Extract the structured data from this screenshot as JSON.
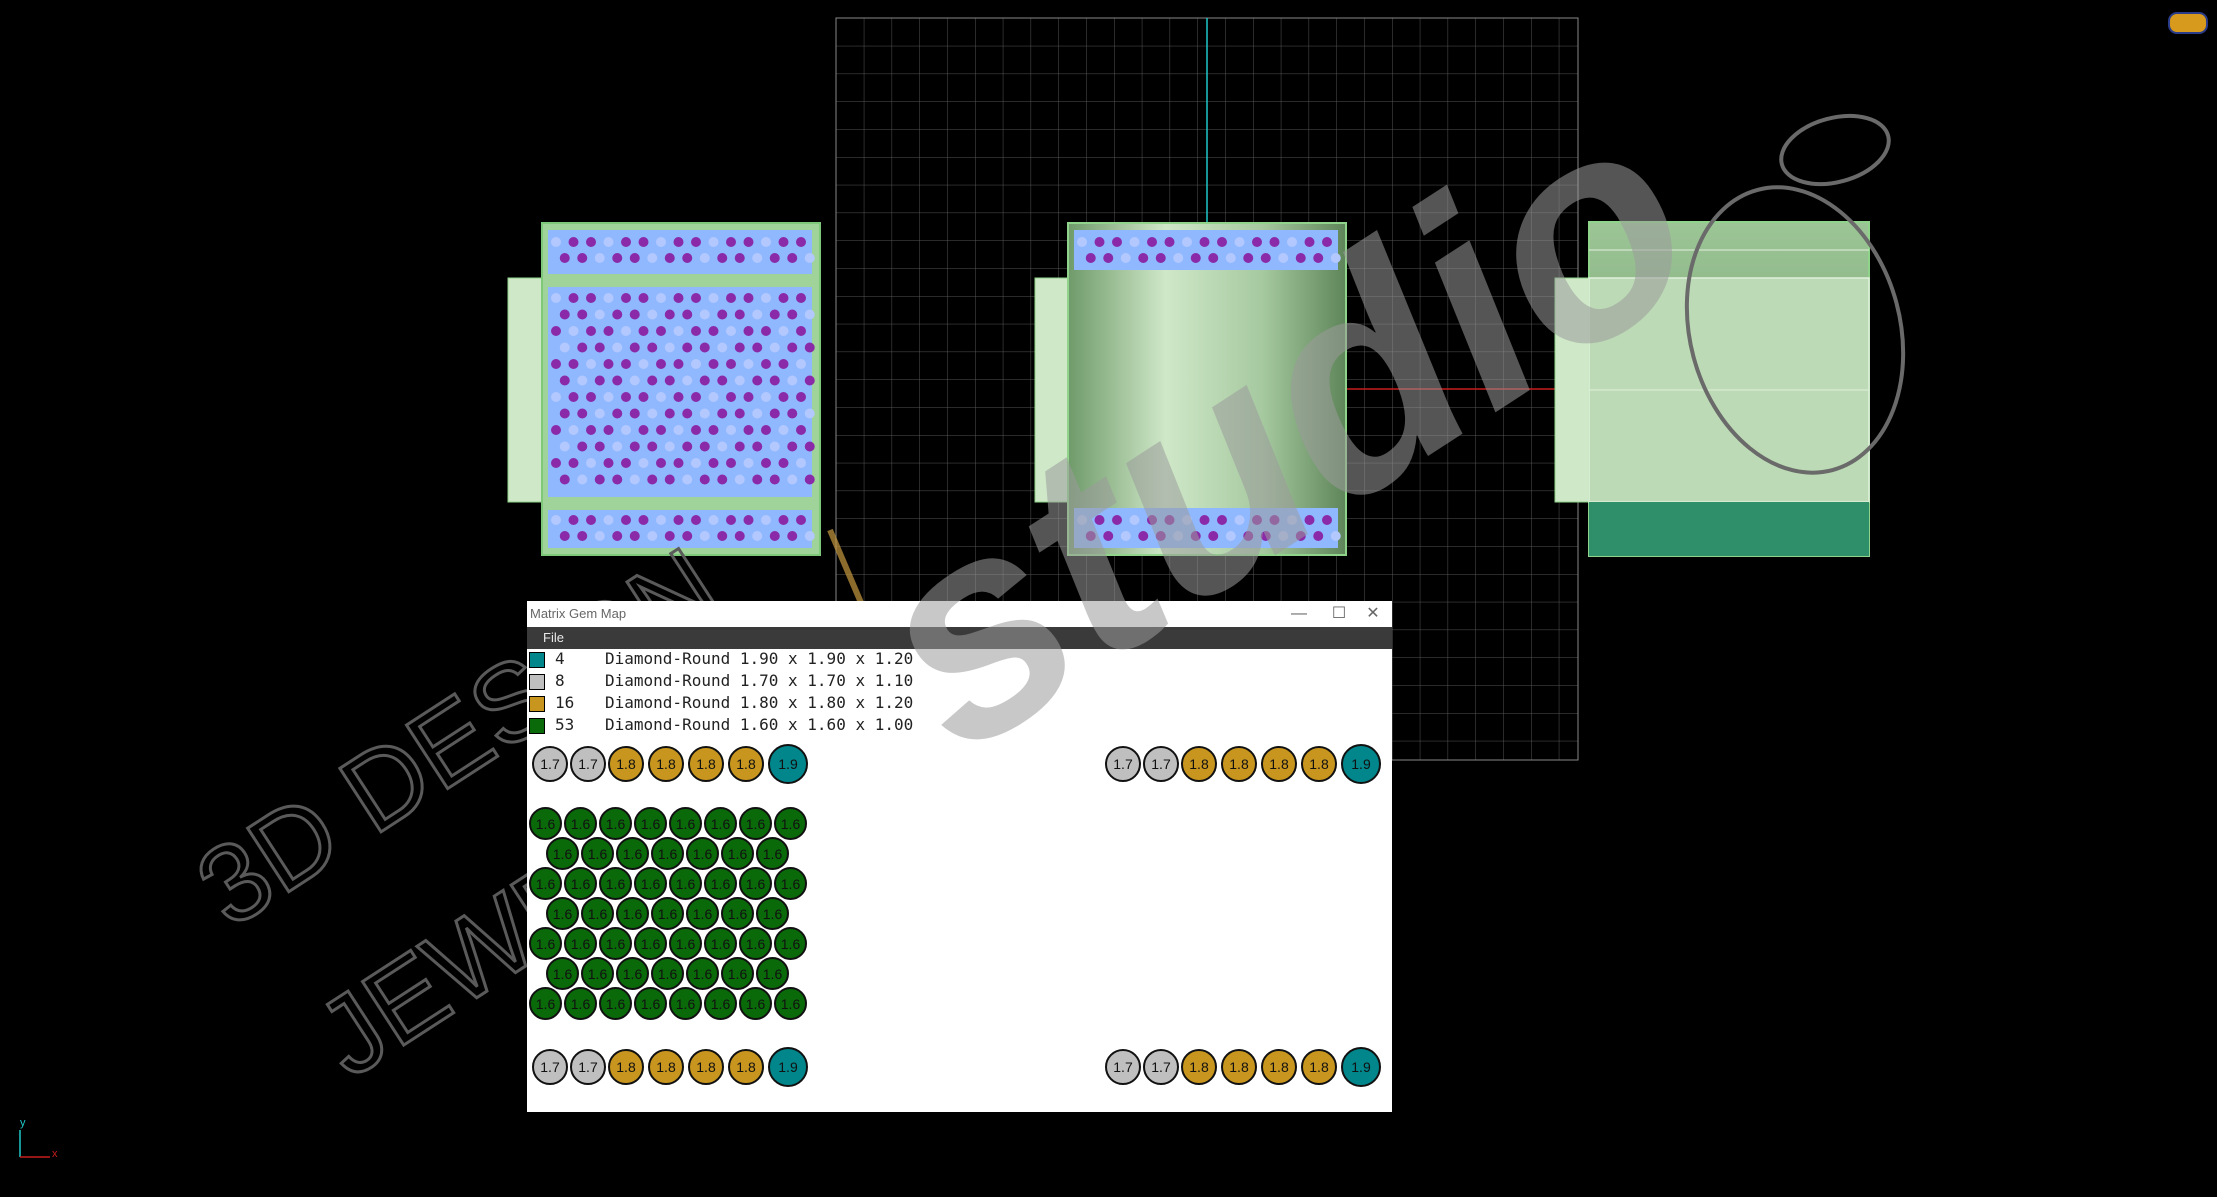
{
  "window": {
    "title": "Matrix Gem Map",
    "minimize_glyph": "—",
    "maximize_glyph": "☐",
    "close_glyph": "✕"
  },
  "menu": {
    "file_label": "File"
  },
  "legend": [
    {
      "count": "4",
      "description": "Diamond-Round 1.90 x 1.90 x 1.20",
      "color": "#00868b"
    },
    {
      "count": "8",
      "description": "Diamond-Round 1.70 x 1.70 x 1.10",
      "color": "#bfbfbf"
    },
    {
      "count": "16",
      "description": "Diamond-Round 1.80 x 1.80 x 1.20",
      "color": "#c8961e"
    },
    {
      "count": "53",
      "description": "Diamond-Round 1.60 x 1.60 x 1.00",
      "color": "#0a6a0a"
    }
  ],
  "gem_rows": {
    "top_left": [
      "1.7",
      "1.7",
      "1.8",
      "1.8",
      "1.8",
      "1.8",
      "1.9"
    ],
    "top_right": [
      "1.7",
      "1.7",
      "1.8",
      "1.8",
      "1.8",
      "1.8",
      "1.9"
    ],
    "bottom_left": [
      "1.7",
      "1.7",
      "1.8",
      "1.8",
      "1.8",
      "1.8",
      "1.9"
    ],
    "bottom_right": [
      "1.7",
      "1.7",
      "1.8",
      "1.8",
      "1.8",
      "1.8",
      "1.9"
    ],
    "center_label": "1.6"
  },
  "gem_colors": {
    "1.6": "#0a6a0a",
    "1.7": "#bfbfbf",
    "1.8": "#c8961e",
    "1.9": "#00868b"
  },
  "watermark": {
    "line1": "3D DESIGN",
    "line2": "JEWELRY",
    "brand": "studio"
  },
  "axis": {
    "x": "x",
    "y": "y"
  }
}
